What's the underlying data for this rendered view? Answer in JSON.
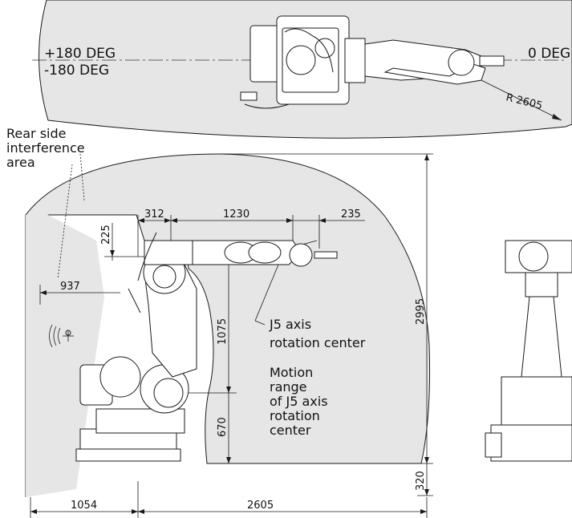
{
  "top_view": {
    "pos_angle": "+180 DEG",
    "neg_angle": "-180 DEG",
    "zero_angle": "0 DEG",
    "radius": "R 2605"
  },
  "rear_area": {
    "line1": "Rear side",
    "line2": "interference",
    "line3": "area"
  },
  "dimensions": {
    "d312": "312",
    "d1230": "1230",
    "d235": "235",
    "d225": "225",
    "d937": "937",
    "d1075": "1075",
    "d670": "670",
    "d2995": "2995",
    "d320": "320",
    "d1054": "1054",
    "d2605": "2605"
  },
  "j5": {
    "line1": "J5 axis",
    "line2": "rotation center"
  },
  "motion": {
    "line1": "Motion",
    "line2": "range",
    "line3": "of J5 axis",
    "line4": "rotation",
    "line5": "center"
  },
  "colors": {
    "area_fill": "#e6e6e6",
    "line": "#1a1a1a"
  }
}
